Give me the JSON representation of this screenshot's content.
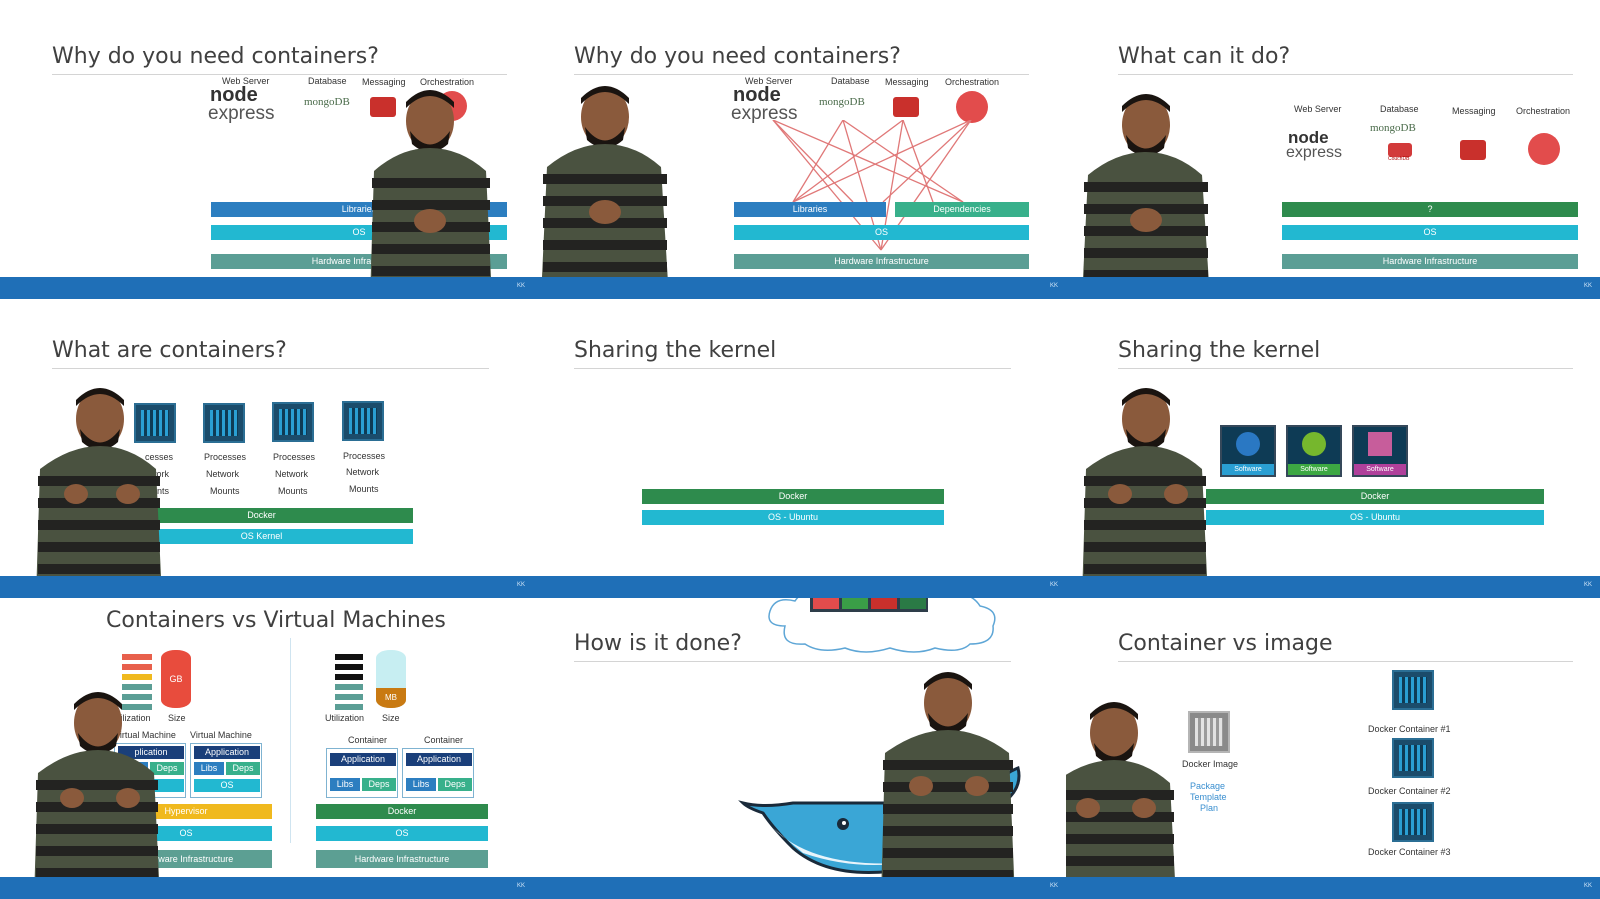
{
  "panels": [
    {
      "title": "Why do you need containers?",
      "col_labels": [
        "Web Server",
        "Database",
        "Messaging",
        "Orchestration"
      ],
      "bars": [
        "Libraries",
        "OS",
        "Hardware Infrastructure"
      ]
    },
    {
      "title": "Why do you need containers?",
      "col_labels": [
        "Web Server",
        "Database",
        "Messaging",
        "Orchestration"
      ],
      "bars": [
        "Libraries",
        "Dependencies",
        "OS",
        "Hardware Infrastructure"
      ]
    },
    {
      "title": "What can it do?",
      "col_labels": [
        "Web Server",
        "Database",
        "Messaging",
        "Orchestration"
      ],
      "bars": [
        "?",
        "OS",
        "Hardware Infrastructure"
      ],
      "db_extra": "CouchDB"
    },
    {
      "title": "What are containers?",
      "proc_labels": [
        "Processes",
        "Network",
        "Mounts"
      ],
      "proc_partial": [
        "cesses",
        "work",
        "unts"
      ],
      "bars": [
        "Docker",
        "OS Kernel"
      ]
    },
    {
      "title": "Sharing the kernel",
      "bars": [
        "Docker",
        "OS - Ubuntu"
      ]
    },
    {
      "title": "Sharing the kernel",
      "software": [
        "Software",
        "Software",
        "Software"
      ],
      "bars": [
        "Docker",
        "OS - Ubuntu"
      ]
    },
    {
      "title": "Containers vs Virtual Machines",
      "vm": {
        "gb": "GB",
        "utilization_partial": "tilization",
        "size": "Size",
        "vm1": "Virtual Machine",
        "vm2": "Virtual Machine",
        "app_partial": "plication",
        "app": "Application",
        "libs": "Libs",
        "deps": "Deps",
        "os": "OS",
        "hypervisor": "Hypervisor",
        "host_os": "OS",
        "hw": "Hardware Infrastructure"
      },
      "ct": {
        "mb": "MB",
        "utilization": "Utilization",
        "size": "Size",
        "c1": "Container",
        "c2": "Container",
        "app": "Application",
        "libs": "Libs",
        "deps": "Deps",
        "docker": "Docker",
        "os": "OS",
        "hw": "Hardware Infrastructure"
      }
    },
    {
      "title": "How is it done?"
    },
    {
      "title": "Container vs image",
      "image_label": "Docker Image",
      "image_sub": [
        "Package",
        "Template",
        "Plan"
      ],
      "containers": [
        "Docker Container #1",
        "Docker Container #2",
        "Docker Container #3"
      ]
    }
  ],
  "logos": {
    "node": "node",
    "express": "express",
    "mongo": "mongoDB"
  },
  "footer_logo": "KK"
}
